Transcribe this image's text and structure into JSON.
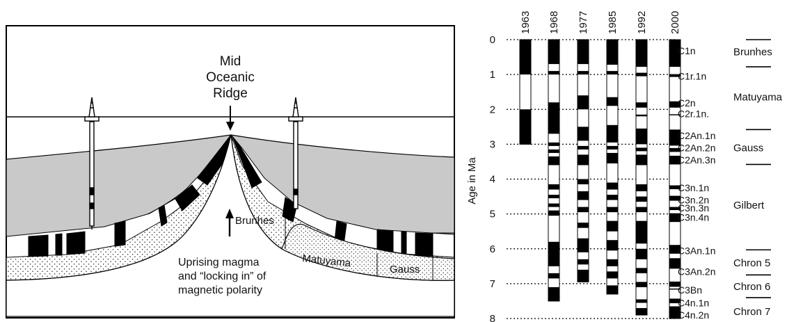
{
  "cross_section": {
    "ridge_label_lines": [
      "Mid",
      "Oceanic",
      "Ridge"
    ],
    "magma_label_lines": [
      "Uprising magma",
      "and “locking in” of",
      "magnetic polarity"
    ],
    "epoch_labels": {
      "brunhes": "Brunhes",
      "matuyama": "Matuyama",
      "gauss": "Gauss"
    },
    "icons": [
      "drill-rig-icon",
      "arrow-down-icon",
      "arrow-up-icon"
    ],
    "colors": {
      "water": "#ffffff",
      "sediment": "#c9c9c9",
      "normal_polarity": "#000000",
      "reversed_polarity": "#ffffff"
    }
  },
  "timescale": {
    "years": [
      "1963",
      "1968",
      "1977",
      "1985",
      "1992",
      "2000"
    ],
    "y_axis_label": "Age in Ma",
    "y_ticks": [
      "0",
      "1",
      "2",
      "3",
      "4",
      "5",
      "6",
      "7",
      "8"
    ],
    "chron_labels": [
      {
        "text": "C1n",
        "age": 0.32
      },
      {
        "text": "C1r.1n",
        "age": 1.05
      },
      {
        "text": "C2n",
        "age": 1.82
      },
      {
        "text": "C2r.1n.",
        "age": 2.12
      },
      {
        "text": "C2An.1n",
        "age": 2.75
      },
      {
        "text": "C2An.2n",
        "age": 3.1
      },
      {
        "text": "C2An.3n",
        "age": 3.45
      },
      {
        "text": "C3n.1n",
        "age": 4.25
      },
      {
        "text": "C3n.2n",
        "age": 4.6
      },
      {
        "text": "C3n.3n",
        "age": 4.83
      },
      {
        "text": "C3n.4n",
        "age": 5.1
      },
      {
        "text": "C3An.1n",
        "age": 6.05
      },
      {
        "text": "C3An.2n",
        "age": 6.65
      },
      {
        "text": "C3Bn",
        "age": 7.18
      },
      {
        "text": "C4n.1n",
        "age": 7.55
      },
      {
        "text": "C4n.2n",
        "age": 7.9
      }
    ],
    "epoch_labels": [
      {
        "text": "Brunhes",
        "age": 0.35
      },
      {
        "text": "Matuyama",
        "age": 1.65
      },
      {
        "text": "Gauss",
        "age": 3.1
      },
      {
        "text": "Gilbert",
        "age": 4.75
      },
      {
        "text": "Chron 5",
        "age": 6.4
      },
      {
        "text": "Chron 6",
        "age": 7.08
      },
      {
        "text": "Chron 7",
        "age": 7.8
      }
    ],
    "epoch_boundaries_age": [
      0,
      0.78,
      2.58,
      3.58,
      6.03,
      6.75,
      7.4,
      8.0
    ],
    "columns": [
      {
        "year": "1963",
        "max_age": 3.0,
        "normal_intervals": [
          [
            0,
            1.0
          ],
          [
            2.0,
            3.0
          ]
        ]
      },
      {
        "year": "1968",
        "max_age": 7.5,
        "normal_intervals": [
          [
            0,
            0.7
          ],
          [
            0.9,
            1.0
          ],
          [
            1.8,
            2.7
          ],
          [
            2.95,
            3.05
          ],
          [
            3.15,
            3.25
          ],
          [
            3.35,
            3.6
          ],
          [
            4.15,
            4.3
          ],
          [
            4.45,
            4.55
          ],
          [
            4.7,
            4.8
          ],
          [
            4.9,
            5.05
          ],
          [
            5.8,
            6.5
          ],
          [
            6.7,
            6.85
          ],
          [
            7.1,
            7.5
          ]
        ]
      },
      {
        "year": "1977",
        "max_age": 6.95,
        "normal_intervals": [
          [
            0,
            0.7
          ],
          [
            0.9,
            1.0
          ],
          [
            1.6,
            2.0
          ],
          [
            2.5,
            2.9
          ],
          [
            3.05,
            3.15
          ],
          [
            3.3,
            3.6
          ],
          [
            4.0,
            4.15
          ],
          [
            4.35,
            4.6
          ],
          [
            4.8,
            4.95
          ],
          [
            5.25,
            5.4
          ],
          [
            5.7,
            6.1
          ],
          [
            6.3,
            6.45
          ],
          [
            6.6,
            6.95
          ]
        ]
      },
      {
        "year": "1985",
        "max_age": 7.3,
        "normal_intervals": [
          [
            0,
            0.72
          ],
          [
            0.9,
            1.0
          ],
          [
            1.65,
            1.9
          ],
          [
            2.45,
            2.95
          ],
          [
            3.05,
            3.15
          ],
          [
            3.25,
            3.55
          ],
          [
            4.1,
            4.3
          ],
          [
            4.45,
            4.6
          ],
          [
            4.8,
            4.95
          ],
          [
            5.2,
            5.5
          ],
          [
            5.75,
            6.05
          ],
          [
            6.3,
            6.5
          ],
          [
            6.65,
            6.85
          ],
          [
            7.05,
            7.3
          ]
        ]
      },
      {
        "year": "1992",
        "max_age": 7.9,
        "normal_intervals": [
          [
            0,
            0.78
          ],
          [
            0.95,
            1.05
          ],
          [
            1.8,
            1.95
          ],
          [
            2.15,
            2.2
          ],
          [
            2.55,
            3.0
          ],
          [
            3.1,
            3.2
          ],
          [
            3.3,
            3.6
          ],
          [
            4.15,
            4.35
          ],
          [
            4.5,
            4.65
          ],
          [
            4.8,
            4.95
          ],
          [
            5.2,
            5.85
          ],
          [
            6.0,
            6.3
          ],
          [
            6.55,
            6.7
          ],
          [
            6.95,
            7.1
          ],
          [
            7.45,
            7.55
          ],
          [
            7.7,
            7.9
          ]
        ]
      },
      {
        "year": "2000",
        "max_age": 8.0,
        "normal_intervals": [
          [
            0,
            0.78
          ],
          [
            0.99,
            1.07
          ],
          [
            1.77,
            1.95
          ],
          [
            2.14,
            2.15
          ],
          [
            2.58,
            3.04
          ],
          [
            3.11,
            3.22
          ],
          [
            3.33,
            3.58
          ],
          [
            4.18,
            4.29
          ],
          [
            4.48,
            4.62
          ],
          [
            4.8,
            4.89
          ],
          [
            4.98,
            5.23
          ],
          [
            5.89,
            6.14
          ],
          [
            6.27,
            6.57
          ],
          [
            6.94,
            7.09
          ],
          [
            7.14,
            7.17
          ],
          [
            7.43,
            7.56
          ],
          [
            7.65,
            8.0
          ]
        ]
      }
    ]
  }
}
